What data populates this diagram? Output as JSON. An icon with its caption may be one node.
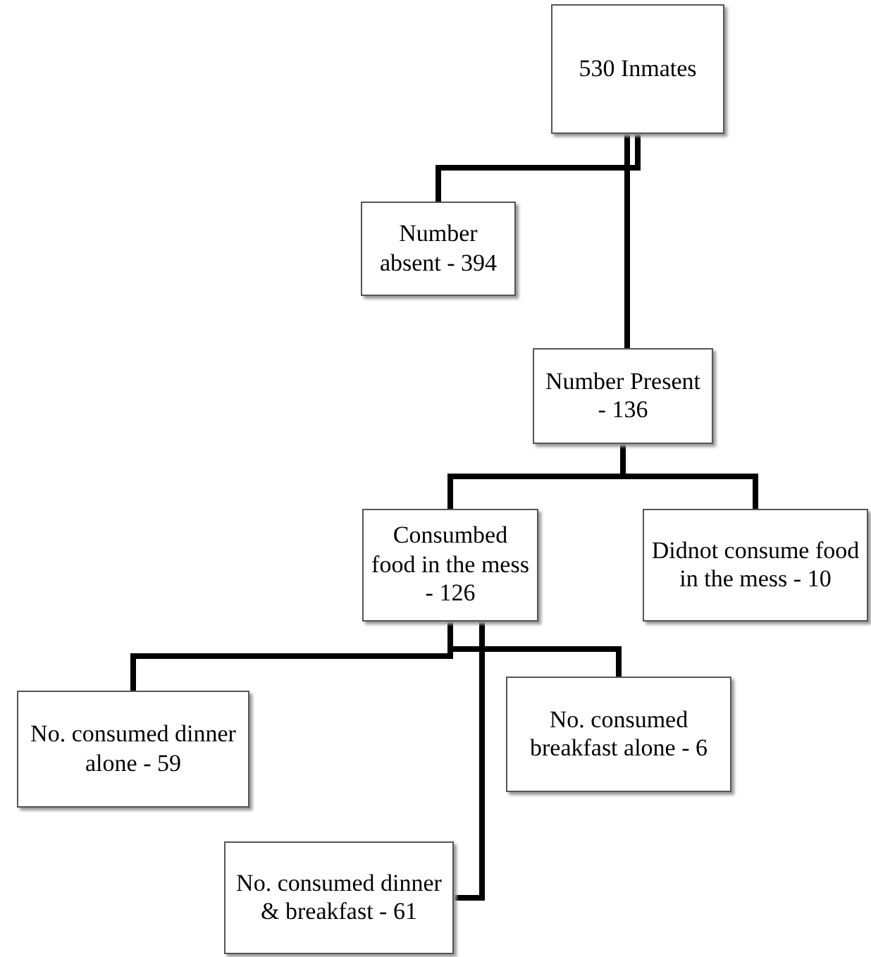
{
  "diagram": {
    "nodes": [
      {
        "text": [
          "530 Inmates"
        ]
      },
      {
        "text": [
          "Number absent - 394"
        ]
      },
      {
        "text": [
          "Number Present - 136"
        ]
      },
      {
        "text": [
          "Consumbed food in the mess - 126"
        ]
      },
      {
        "text": [
          "Didnot consume food in the mess - 10"
        ]
      },
      {
        "text": [
          "No. consumed dinner alone - 59"
        ]
      },
      {
        "text": [
          "No. consumed breakfast alone - 6"
        ]
      },
      {
        "text": [
          "No. consumed dinner & breakfast - 61"
        ]
      }
    ],
    "edges": [
      {
        "from": 0,
        "to": 1,
        "arrow": "none"
      },
      {
        "from": 0,
        "to": 2,
        "arrow": "none"
      },
      {
        "from": 2,
        "to": 3,
        "arrow": "none"
      },
      {
        "from": 2,
        "to": 4,
        "arrow": "none"
      },
      {
        "from": 3,
        "to": 5,
        "arrow": "none"
      },
      {
        "from": 3,
        "to": 6,
        "arrow": "none"
      },
      {
        "from": 3,
        "to": 7,
        "arrow": "none"
      }
    ]
  }
}
